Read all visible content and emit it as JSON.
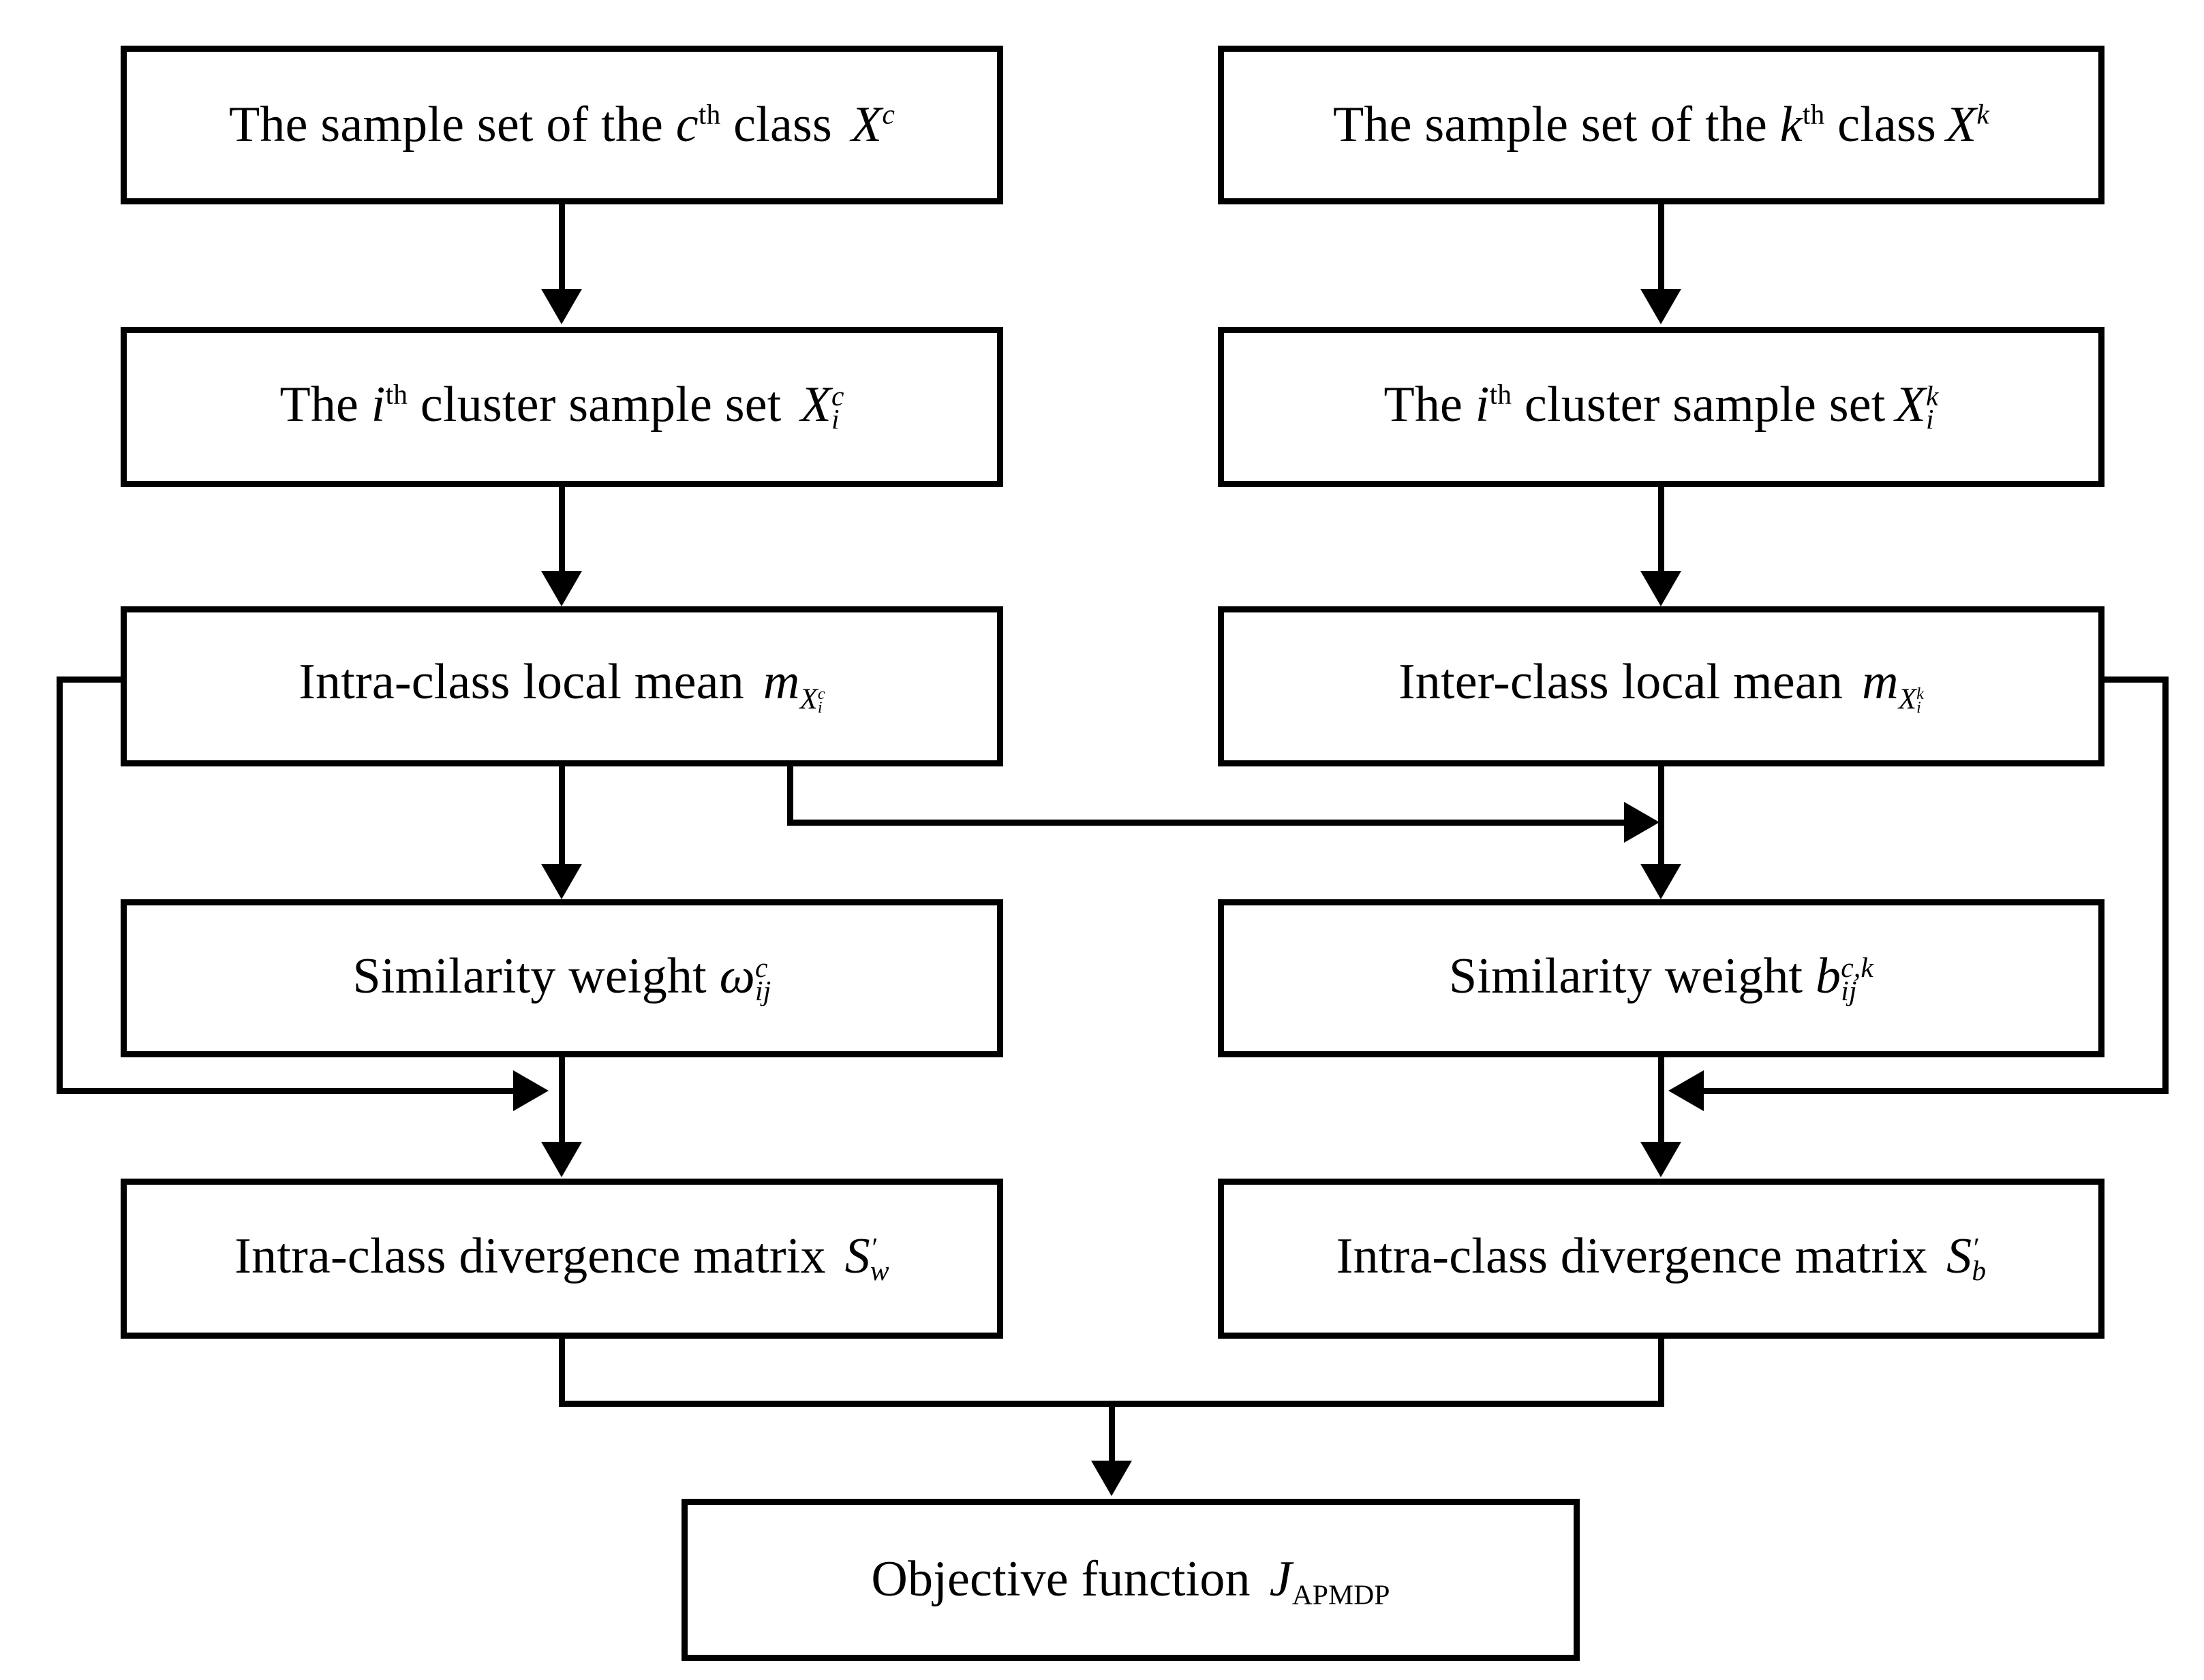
{
  "diagram": {
    "title": "APMDP objective function construction flowchart",
    "type": "flowchart",
    "background_color": "#ffffff",
    "line_color": "#000000",
    "nodes": [
      {
        "id": "sample-set-c",
        "column": "left",
        "row": 1,
        "text_plain": "The sample set of the cth class  X c",
        "prefix": "The sample set of the ",
        "var1": "c",
        "ordinal": "th",
        "middle": " class",
        "symbol": "X",
        "symbol_sup": "c"
      },
      {
        "id": "sample-set-k",
        "column": "right",
        "row": 1,
        "text_plain": "The sample set of the kth class X k",
        "prefix": "The sample set of the ",
        "var1": "k",
        "ordinal": "th",
        "middle": " class",
        "symbol": "X",
        "symbol_sup": "k"
      },
      {
        "id": "cluster-set-c",
        "column": "left",
        "row": 2,
        "text_plain": "The ith cluster sample set  Xic",
        "prefix": "The ",
        "var1": "i",
        "ordinal": "th",
        "middle": " cluster sample set",
        "symbol": "X",
        "symbol_sup": "c",
        "symbol_sub": "i"
      },
      {
        "id": "cluster-set-k",
        "column": "right",
        "row": 2,
        "text_plain": "The ith cluster sample set Xik",
        "prefix": "The ",
        "var1": "i",
        "ordinal": "th",
        "middle": " cluster sample set",
        "symbol": "X",
        "symbol_sup": "k",
        "symbol_sub": "i"
      },
      {
        "id": "intra-local-mean",
        "column": "left",
        "row": 3,
        "text_plain": "Intra-class local mean  mXic",
        "prefix": "Intra-class local mean",
        "symbol": "m",
        "symbol_sub_base": "X",
        "symbol_sub_sup": "c",
        "symbol_sub_sub": "i"
      },
      {
        "id": "inter-local-mean",
        "column": "right",
        "row": 3,
        "text_plain": "Inter-class local mean  mXik",
        "prefix": "Inter-class local mean",
        "symbol": "m",
        "symbol_sub_base": "X",
        "symbol_sub_sup": "k",
        "symbol_sub_sub": "i"
      },
      {
        "id": "similarity-weight-omega",
        "column": "left",
        "row": 4,
        "text_plain": "Similarity weight ωijc",
        "prefix": "Similarity weight ",
        "symbol": "ω",
        "symbol_sup": "c",
        "symbol_sub": "ij"
      },
      {
        "id": "similarity-weight-b",
        "column": "right",
        "row": 4,
        "text_plain": "Similarity weight bijc,k",
        "prefix": "Similarity weight ",
        "symbol": "b",
        "symbol_sup": "c,k",
        "symbol_sub": "ij"
      },
      {
        "id": "divergence-matrix-sw",
        "column": "left",
        "row": 5,
        "text_plain": "Intra-class divergence matrix  S′w",
        "prefix": "Intra-class divergence matrix",
        "symbol": "S",
        "symbol_prime": "′",
        "symbol_sub": "w"
      },
      {
        "id": "divergence-matrix-sb",
        "column": "right",
        "row": 5,
        "text_plain": "Intra-class divergence matrix  S′b",
        "prefix": "Intra-class divergence matrix",
        "symbol": "S",
        "symbol_prime": "′",
        "symbol_sub": "b"
      },
      {
        "id": "objective-function",
        "column": "center",
        "row": 6,
        "text_plain": "Objective function  JAPMDP",
        "prefix": "Objective function",
        "symbol": "J",
        "symbol_sub": "APMDP"
      }
    ],
    "edges": [
      {
        "id": "e1",
        "from": "sample-set-c",
        "to": "cluster-set-c",
        "kind": "vertical-arrow"
      },
      {
        "id": "e2",
        "from": "sample-set-k",
        "to": "cluster-set-k",
        "kind": "vertical-arrow"
      },
      {
        "id": "e3",
        "from": "cluster-set-c",
        "to": "intra-local-mean",
        "kind": "vertical-arrow"
      },
      {
        "id": "e4",
        "from": "cluster-set-k",
        "to": "inter-local-mean",
        "kind": "vertical-arrow"
      },
      {
        "id": "e5",
        "from": "intra-local-mean",
        "to": "similarity-weight-omega",
        "kind": "vertical-arrow"
      },
      {
        "id": "e6",
        "from": "inter-local-mean",
        "to": "similarity-weight-b",
        "kind": "vertical-arrow"
      },
      {
        "id": "e7",
        "from": "intra-local-mean",
        "to": "similarity-weight-b",
        "kind": "cross-right-arrow"
      },
      {
        "id": "e8",
        "from": "intra-local-mean",
        "to": "divergence-matrix-sw",
        "kind": "left-feedback-loop"
      },
      {
        "id": "e9",
        "from": "inter-local-mean",
        "to": "divergence-matrix-sb",
        "kind": "right-feedback-loop"
      },
      {
        "id": "e10",
        "from": "similarity-weight-omega",
        "to": "divergence-matrix-sw",
        "kind": "vertical-arrow"
      },
      {
        "id": "e11",
        "from": "similarity-weight-b",
        "to": "divergence-matrix-sb",
        "kind": "vertical-arrow"
      },
      {
        "id": "e12",
        "from": "divergence-matrix-sw",
        "to": "objective-function",
        "kind": "merge-down-arrow"
      },
      {
        "id": "e13",
        "from": "divergence-matrix-sb",
        "to": "objective-function",
        "kind": "merge-down-arrow"
      }
    ]
  }
}
